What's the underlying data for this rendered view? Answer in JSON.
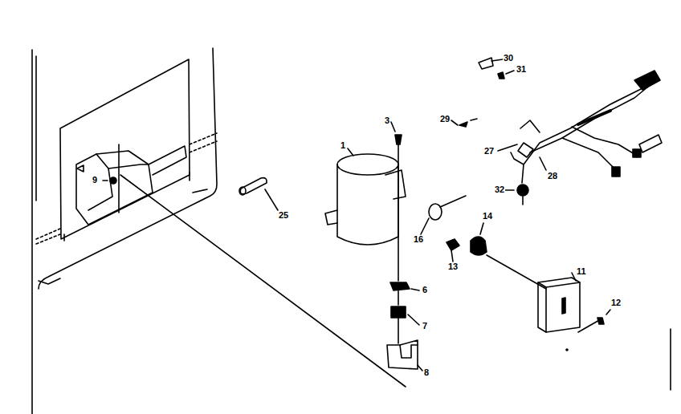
{
  "diagram": {
    "labels": [
      "30",
      "31",
      "29",
      "3",
      "27",
      "28",
      "1",
      "9",
      "32",
      "14",
      "25",
      "16",
      "13",
      "11",
      "6",
      "12",
      "7",
      "8"
    ]
  }
}
